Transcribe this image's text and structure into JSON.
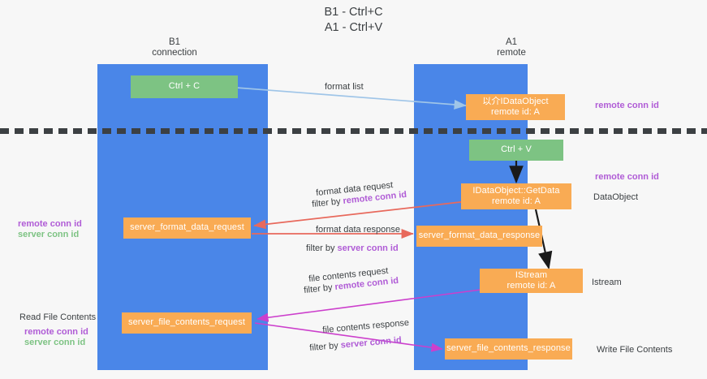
{
  "title": {
    "line1": "B1 - Ctrl+C",
    "line2": "A1 - Ctrl+V"
  },
  "columns": [
    {
      "name": "b1",
      "line1": "B1",
      "line2": "connection"
    },
    {
      "name": "a1",
      "line1": "A1",
      "line2": "remote"
    }
  ],
  "boxes": {
    "ctrl_c": "Ctrl + C",
    "ctrl_v": "Ctrl + V",
    "data_object_remote": {
      "line1": "以介IDataObject",
      "line2": "remote id: A"
    },
    "get_data": {
      "line1": "IDataObject::GetData",
      "line2": "remote id: A"
    },
    "istream": {
      "line1": "IStream",
      "line2": "remote id: A"
    },
    "server_format_data_request": "server_format_data_request",
    "server_format_data_response": "server_format_data_response",
    "server_file_contents_request": "server_file_contents_request",
    "server_file_contents_response": "server_file_contents_response"
  },
  "edge_labels": {
    "format_list": "format list",
    "format_data_request": "format data request",
    "format_data_request_filter_prefix": "filter by ",
    "format_data_request_filter_key": "remote conn id",
    "format_data_response": "format data response",
    "format_data_response_filter_prefix": "filter by ",
    "format_data_response_filter_key": "server conn id",
    "file_contents_request": "file contents request",
    "file_contents_request_filter_prefix": "filter by ",
    "file_contents_request_filter_key": "remote conn id",
    "file_contents_response": "file contents response",
    "file_contents_response_filter_prefix": "filter by ",
    "file_contents_response_filter_key": "server conn id"
  },
  "side_labels": {
    "right_remote_conn_id_top": "remote conn id",
    "right_remote_conn_id_mid": "remote conn id",
    "right_data_object": "DataObject",
    "right_istream": "Istream",
    "right_write_file_contents": "Write File Contents",
    "left_remote_conn_id_mid": "remote conn id",
    "left_server_conn_id_mid": "server conn id",
    "left_read_file_contents": "Read File Contents",
    "left_remote_conn_id_bottom": "remote conn id",
    "left_server_conn_id_bottom": "server conn id"
  },
  "colors": {
    "lane": "#4a86e8",
    "green_box": "#7dc383",
    "orange_box": "#f9ab54",
    "magenta": "#b05cd6",
    "green_text": "#7dc383",
    "arrow_light_blue": "#9fc5e8",
    "arrow_red": "#e8695c",
    "arrow_magenta": "#cc3fcc",
    "arrow_black": "#1a1a1a"
  }
}
